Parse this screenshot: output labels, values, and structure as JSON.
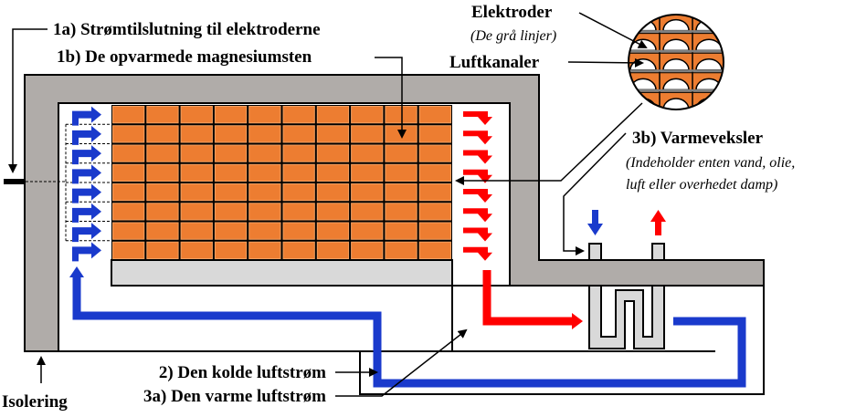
{
  "diagram": {
    "title": "Heat storage with heated magnesium bricks",
    "colors": {
      "insulation": "#b0aca9",
      "brick": "#ed7d31",
      "brick_light": "#f4a060",
      "base": "#d9d9d9",
      "cold_air": "#1a3acc",
      "hot_air": "#ff0000",
      "line": "#000000"
    },
    "labels": {
      "power_connection": "1a) Strømtilslutning til elektroderne",
      "heated_bricks": "1b) De opvarmede magnesiumsten",
      "electrodes": "Elektroder",
      "electrodes_note": "(De grå linjer)",
      "air_channels": "Luftkanaler",
      "heat_exchanger": "3b) Varmeveksler",
      "heat_exchanger_note_1": "(Indeholder enten vand, olie,",
      "heat_exchanger_note_2": "luft eller overhedet damp)",
      "cold_airflow": "2) Den kolde luftstrøm",
      "hot_airflow": "3a) Den varme luftstrøm",
      "insulation": "Isolering"
    },
    "brick_grid": {
      "rows": 8,
      "cols": 10
    },
    "cold_inlet_arrows": 8,
    "hot_outlet_arrows": 8,
    "zoom_detail": {
      "rows": 5,
      "cols": 3
    }
  }
}
